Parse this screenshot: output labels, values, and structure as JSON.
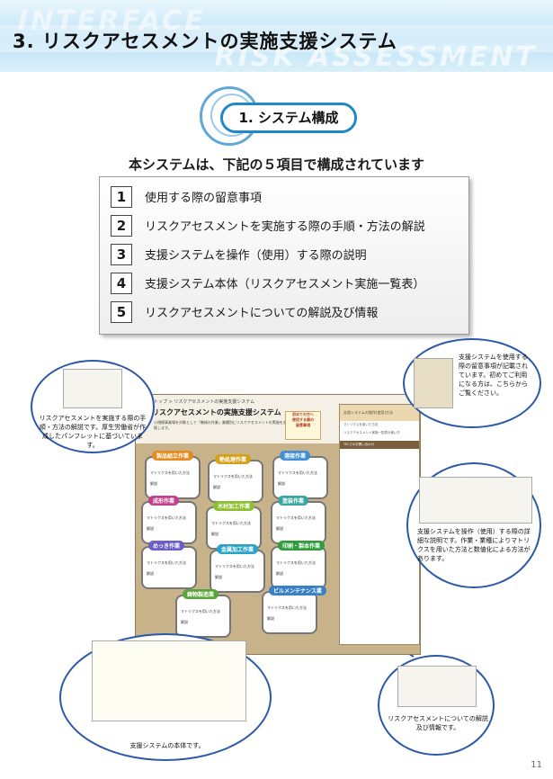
{
  "header": {
    "title": "3. リスクアセスメントの実施支援システム",
    "watermark_top": "INTERFACE",
    "watermark_bottom": "RISK ASSESSMENT"
  },
  "section": {
    "label": "1. システム構成"
  },
  "intro": "本システムは、下記の５項目で構成されています",
  "items": [
    {
      "num": "1",
      "text": "使用する際の留意事項"
    },
    {
      "num": "2",
      "text": "リスクアセスメントを実施する際の手順・方法の解説"
    },
    {
      "num": "3",
      "text": "支援システムを操作（使用）する際の説明"
    },
    {
      "num": "4",
      "text": "支援システム本体（リスクアセスメント実施一覧表）"
    },
    {
      "num": "5",
      "text": "リスクアセスメントについての解説及び情報"
    }
  ],
  "site": {
    "breadcrumb": "トップ > リスクアセスメントの実施支援システム",
    "title": "リスクアセスメントの実施支援システム",
    "desc": "小規模事業場を対象として「機械の作業」業種別にリスクアセスメントの実施を支援します。",
    "note": [
      "初めての方へ",
      "使用する際の",
      "留意事項"
    ],
    "right_panel": {
      "header": "支援システムの操作(使用)方法",
      "link": "マトリクスを用いた方法",
      "text": "リスクアセスメント実施一覧表の使い方",
      "tel": "TELでのお問い合わせ"
    },
    "cards": [
      {
        "title": "製品組立作業",
        "color": "#e58a1c",
        "line1": "マトリクスを用いた方法",
        "line2": "解説"
      },
      {
        "title": "熱処理作業",
        "color": "#d4a017",
        "line1": "マトリクスを用いた方法",
        "line2": "解説"
      },
      {
        "title": "溶接作業",
        "color": "#3f8fd8",
        "line1": "マトリクスを用いた方法",
        "line2": "解説"
      },
      {
        "title": "成形作業",
        "color": "#c2418e",
        "line1": "マトリクスを用いた方法",
        "line2": "解説"
      },
      {
        "title": "木材加工作業",
        "color": "#8cbf2f",
        "line1": "マトリクスを用いた方法",
        "line2": "解説"
      },
      {
        "title": "塗装作業",
        "color": "#3aa6a0",
        "line1": "マトリクスを用いた方法",
        "line2": "解説"
      },
      {
        "title": "めっき作業",
        "color": "#6a5fc7",
        "line1": "マトリクスを用いた方法",
        "line2": "解説"
      },
      {
        "title": "金属加工作業",
        "color": "#2aa3c9",
        "line1": "マトリクスを用いた方法",
        "line2": "解説"
      },
      {
        "title": "印刷・製本作業",
        "color": "#2e9d3a",
        "line1": "マトリクスを用いた方法",
        "line2": "解説"
      },
      {
        "title": "鋳物製造業",
        "color": "#5aa53a",
        "line1": "マトリクスを用いた方法",
        "line2": "解説"
      },
      {
        "title": "ビルメンテナンス業",
        "color": "#3b7fc4",
        "line1": "マトリクスを用いた方法",
        "line2": "解説"
      }
    ]
  },
  "callouts": {
    "top_left": "リスクアセスメントを実施する際の手順・方法の解説です。厚生労働省が作成したパンフレットに基づいています。",
    "top_right": "支援システムを使用する際の留意事項が記載されています。初めてご利用になる方は、こちらからご覧ください。",
    "middle_right": "支援システムを操作（使用）する際の詳細な説明です。作業・業種によりマトリクスを用いた方法と数値化による方法があります。",
    "bottom_left": "支援システムの本体です。",
    "bottom_right": "リスクアセスメントについての解説及び情報です。"
  },
  "page_number": "11"
}
